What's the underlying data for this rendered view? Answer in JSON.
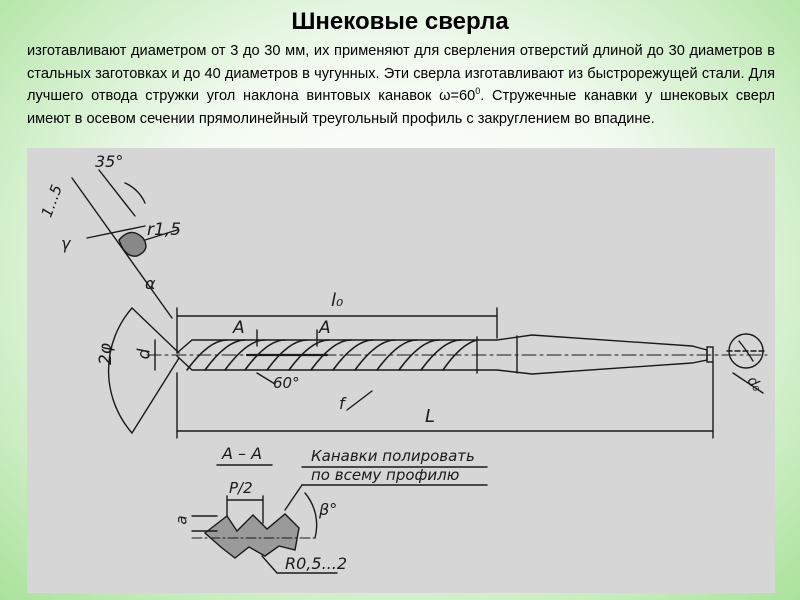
{
  "slide": {
    "title": "Шнековые сверла",
    "description": {
      "before_exp": "изготавливают диаметром от 3 до 30 мм, их применяют для сверления отверстий длиной до 30 диаметров в стальных заготовках и до 40 диаметров в чугунных. Эти сверла изготавливают из быстрорежущей стали. Для лучшего отвода стружки угол наклона винтовых канавок ω=60",
      "exp": "0",
      "after_exp": ". Стружечные канавки у шнековых сверл имеют в осевом сечении прямолинейный треугольный профиль с закруглением во впадине."
    }
  },
  "drawing": {
    "labels": {
      "angle_35": "35°",
      "range_1_5": "1...5",
      "gamma": "γ",
      "r15": "r1,5",
      "alpha": "α",
      "two_phi": "2φ",
      "d": "d",
      "A_left": "A",
      "A_right": "A",
      "l0": "l₀",
      "angle_60": "60°",
      "f": "f",
      "L": "L",
      "d_small": "d₀",
      "section_AA": "A – A",
      "polish_line1": "Канавки полировать",
      "polish_line2": "по всему профилю",
      "P2": "P/2",
      "a": "a",
      "beta": "β°",
      "R05": "R0,5...2"
    }
  }
}
